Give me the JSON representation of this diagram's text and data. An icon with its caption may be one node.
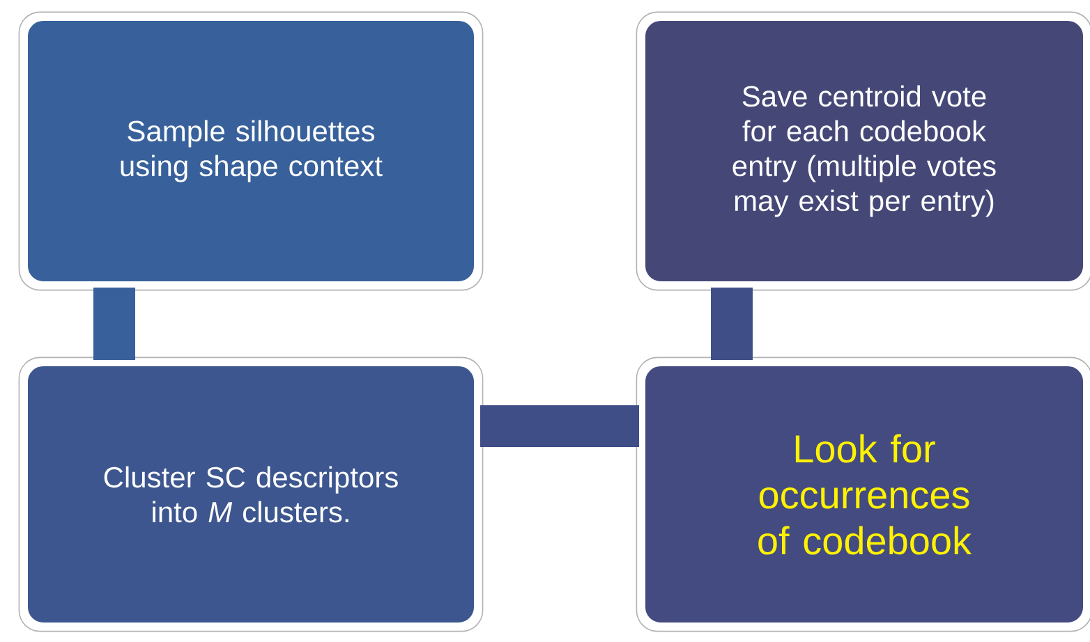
{
  "diagram": {
    "nodes": [
      {
        "text": [
          "Sample silhouettes using shape context"
        ]
      },
      {
        "text": [
          "Save centroid vote for each codebook entry (multiple votes may exist per entry)"
        ]
      },
      {
        "text": [
          "Cluster SC descriptors into *M* clusters."
        ]
      },
      {
        "text": [
          "Look for occurrences of codebook"
        ]
      }
    ],
    "edges": [
      {
        "from": 0,
        "to": 2,
        "arrow": "none",
        "color": "#38619b"
      },
      {
        "from": 2,
        "to": 3,
        "arrow": "none"
      },
      {
        "from": 3,
        "to": 1,
        "arrow": "none"
      }
    ]
  }
}
